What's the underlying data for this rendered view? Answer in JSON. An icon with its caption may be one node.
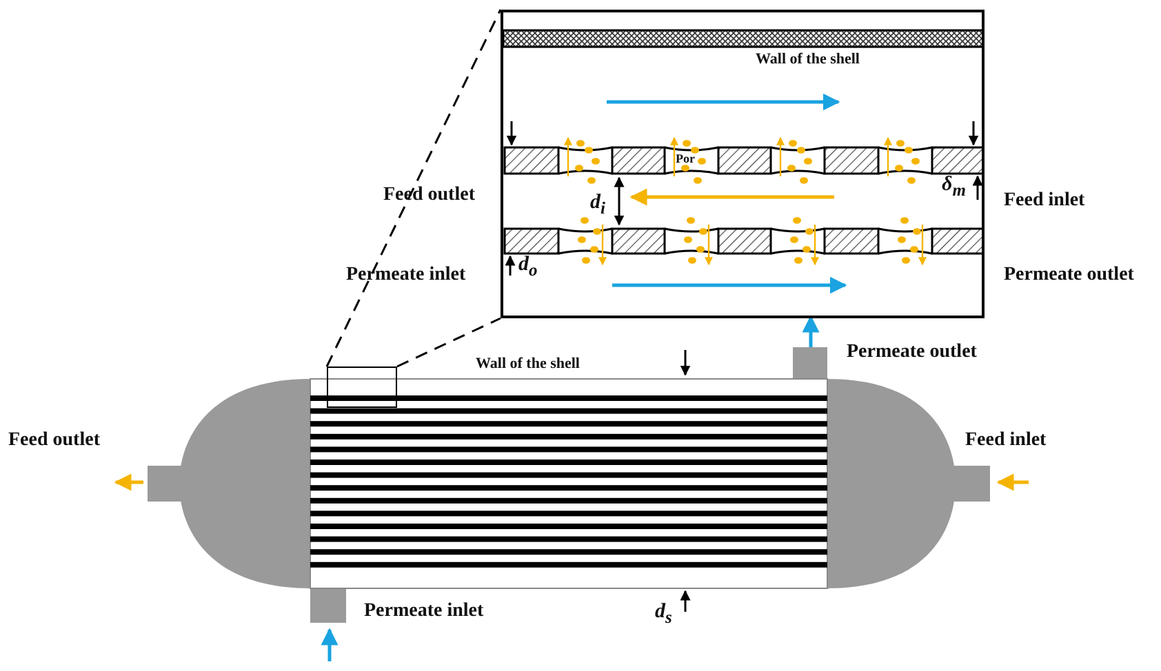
{
  "diagram": {
    "nodes": [
      {
        "text": [],
        "shape": "box"
      },
      {
        "text": [],
        "shape": "box"
      }
    ],
    "edges": [
      {
        "from": 1,
        "to": 0,
        "arrow": "none",
        "style": "dashed"
      },
      {
        "from": 1,
        "to": 0,
        "arrow": "none",
        "style": "dashed"
      }
    ],
    "labels": [
      "Wall of the shell",
      "Por",
      "Feed outlet",
      "d$_{i}$",
      "δ$_{m}$",
      "Feed inlet",
      "Permeate inlet",
      "d$_{o}$",
      "Permeate outlet",
      "Permeate outlet",
      "Wall of the shell",
      "Feed outlet",
      "Feed inlet",
      "Permeate inlet",
      "d$_{s}$"
    ]
  }
}
